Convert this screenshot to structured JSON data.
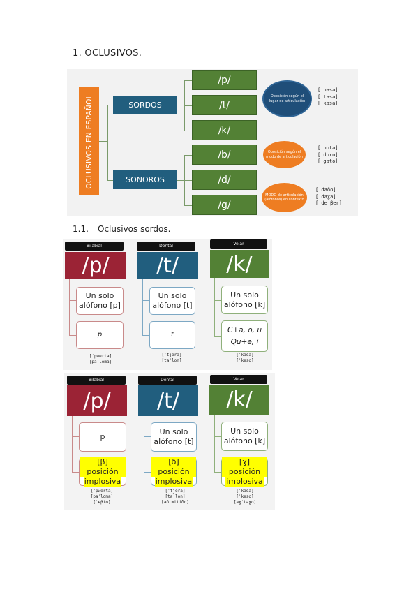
{
  "heading1": "1.  OCLUSIVOS.",
  "diagram": {
    "vertical_label": "OCLUSIVOS EN ESPAÑOL",
    "sordos": "SORDOS",
    "sonoros": "SONOROS",
    "phonemes": [
      "/p/",
      "/t/",
      "/k/",
      "/b/",
      "/d/",
      "/g/"
    ],
    "oval1": "Oposición según el lugar de articulación",
    "oval2": "Oposición según el modo de articulación",
    "oval3": "MODO de articulación (alófonos) en contexto",
    "examples_sordos": [
      "[ pasa]",
      "[ tasa]",
      "[ kasa]"
    ],
    "examples_sonoros1": [
      "[ˈbota]",
      "[ˈduro]",
      "[ˈgato]"
    ],
    "examples_sonoros2": [
      "[ daðo]",
      "[ daɣa]",
      "[ de βer]"
    ]
  },
  "heading2": {
    "num": "1.1.",
    "text": "Oclusivos sordos."
  },
  "row1": {
    "cards": [
      {
        "tag": "Bilabial",
        "phoneme": "/p/",
        "box1": "Un solo alófono [p]",
        "box2": "p",
        "ex": [
          "[ˈpwerta]",
          "[paˈloma]"
        ]
      },
      {
        "tag": "Dental",
        "phoneme": "/t/",
        "box1": "Un solo alófono [t]",
        "box2": "t",
        "ex": [
          "[ˈtjera]",
          "[taˈlon]"
        ]
      },
      {
        "tag": "Velar",
        "phoneme": "/k/",
        "box1": "Un solo alófono [k]",
        "box2a": "C+a, o, u",
        "box2b": "Qu+e, i",
        "ex": [
          "[ˈkasa]",
          "[ˈkeso]"
        ]
      }
    ]
  },
  "row2": {
    "cards": [
      {
        "tag": "Bilabial",
        "phoneme": "/p/",
        "box1": "p",
        "box2a": "[β] posición",
        "box2b": "implosiva",
        "ex": [
          "[ˈpwerta]",
          "[paˈloma]",
          "[ˈeβto]"
        ]
      },
      {
        "tag": "Dental",
        "phoneme": "/t/",
        "box1": "Un solo alófono [t]",
        "box2a": "[ð] posición",
        "box2b": "implosiva",
        "ex": [
          "[ˈtjera]",
          "[taˈlon]",
          "[aðˈmitiðo]"
        ]
      },
      {
        "tag": "Velar",
        "phoneme": "/k/",
        "box1": "Un solo alófono [k]",
        "box2a": "[ɣ] posición",
        "box2b": "implosiva",
        "ex": [
          "[ˈkasa]",
          "[ˈkeso]",
          "[aɣˈtaɣo]"
        ]
      }
    ]
  }
}
